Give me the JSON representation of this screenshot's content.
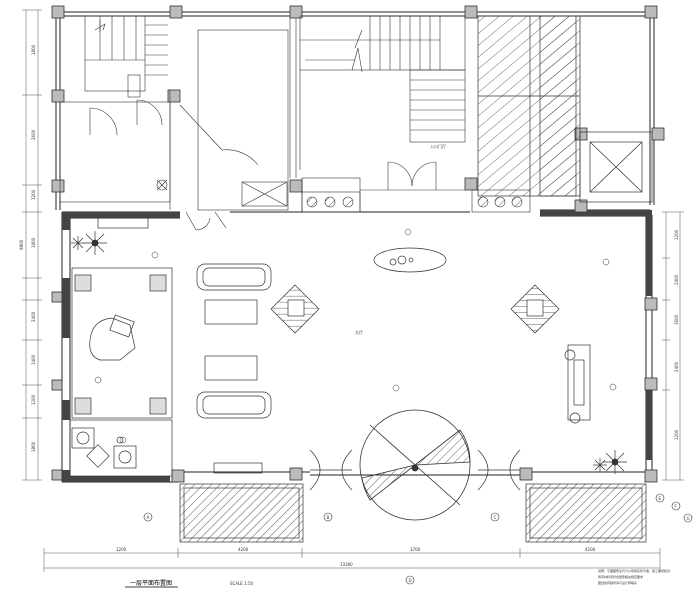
{
  "drawing": {
    "title": "一层平面布置图",
    "scale": "SCALE 1:50",
    "room_label_hall": "大厅",
    "room_label_stair": "入口门厅",
    "notes": [
      "说明：平面图所注尺寸以现场实际为准，施工前须核对",
      "所有材料须符合国家相关规范要求",
      "图纸如有疑问请与设计师联系"
    ],
    "circle_marks": [
      "A",
      "B",
      "C",
      "D",
      "E",
      "F",
      "G"
    ],
    "dimensions": {
      "bottom_segments": [
        "1200",
        "4200",
        "3700",
        "4200"
      ],
      "bottom_total": "13300",
      "left_segments": [
        "1800",
        "2600",
        "1200",
        "1800",
        "2400",
        "1400",
        "1200",
        "1800"
      ],
      "left_total": "9800",
      "right_segments": [
        "1200",
        "2400",
        "1600",
        "2400",
        "1200"
      ]
    }
  }
}
